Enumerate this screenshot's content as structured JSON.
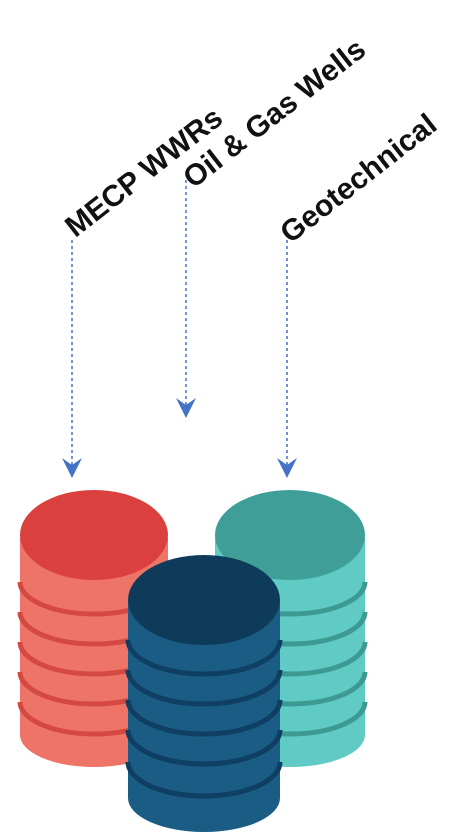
{
  "sources": [
    {
      "label": "MECP WWRs"
    },
    {
      "label": "Oil & Gas Wells"
    },
    {
      "label": "Geotechnical"
    }
  ],
  "colors": {
    "arrow": "#4472c4",
    "red_top": "#d9403e",
    "red_body": "#ef7468",
    "red_band": "#d44a42",
    "teal_top": "#3f9f98",
    "teal_body": "#5fcbc4",
    "teal_band": "#3d9a93",
    "blue_top": "#0e3b59",
    "blue_body": "#1b5c85",
    "blue_band": "#0f3f63"
  }
}
